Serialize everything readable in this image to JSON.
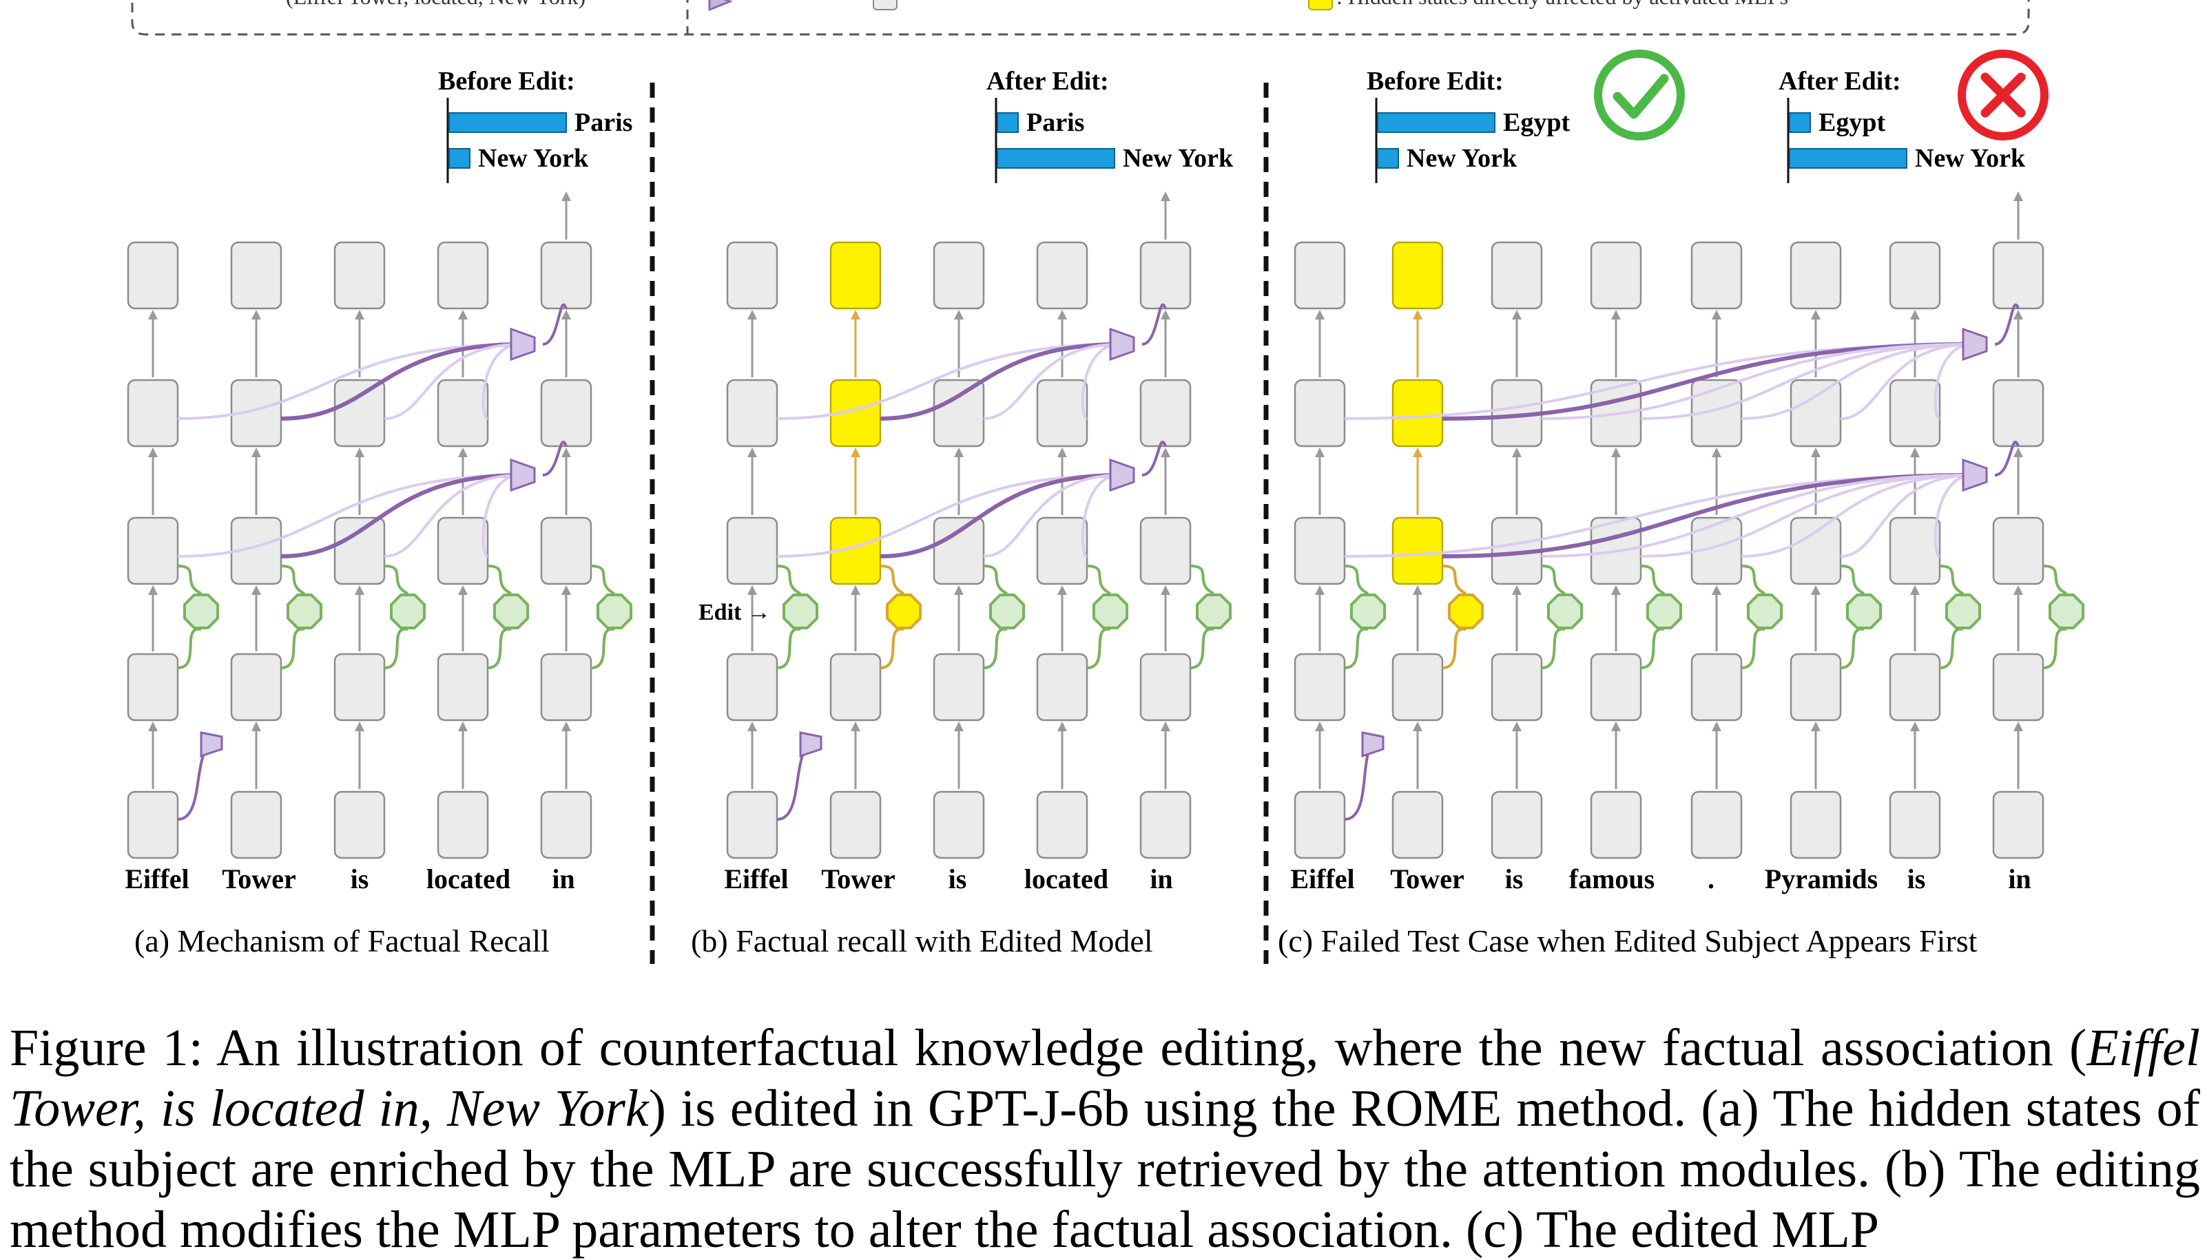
{
  "legend": {
    "left_text": "(Eiffel Tower, located, New York)",
    "right_text": ": Hidden states directly affected by activated MLPs",
    "colors": {
      "yellow": "#FFF200",
      "gray_box": "#EBEBEB",
      "arrow_purple": "#C9B4DD"
    }
  },
  "panels": [
    {
      "id": "a",
      "caption": "(a) Mechanism of Factual Recall",
      "tokens": [
        "Eiffel",
        "Tower",
        "is",
        "located",
        "in"
      ],
      "bars": [
        {
          "title": "Before Edit:",
          "items": [
            {
              "label": "Paris",
              "value": 0.85
            },
            {
              "label": "New York",
              "value": 0.15
            }
          ]
        }
      ]
    },
    {
      "id": "b",
      "caption": "(b) Factual recall with Edited Model",
      "edit_label": "Edit →",
      "tokens": [
        "Eiffel",
        "Tower",
        "is",
        "located",
        "in"
      ],
      "bars": [
        {
          "title": "After Edit:",
          "items": [
            {
              "label": "Paris",
              "value": 0.15
            },
            {
              "label": "New York",
              "value": 0.85
            }
          ]
        }
      ]
    },
    {
      "id": "c",
      "caption": "(c) Failed Test Case when Edited Subject Appears First",
      "tokens": [
        "Eiffel",
        "Tower",
        "is",
        "famous",
        ".",
        "Pyramids",
        "is",
        "in"
      ],
      "bars": [
        {
          "title": "Before Edit:",
          "result": "check-icon",
          "items": [
            {
              "label": "Egypt",
              "value": 0.85
            },
            {
              "label": "New York",
              "value": 0.15
            }
          ]
        },
        {
          "title": "After Edit:",
          "result": "cross-icon",
          "items": [
            {
              "label": "Egypt",
              "value": 0.15
            },
            {
              "label": "New York",
              "value": 0.85
            }
          ]
        }
      ]
    }
  ],
  "caption": {
    "label": "Figure 1:",
    "p1": " An illustration of counterfactual knowledge editing, where the new factual association (",
    "italic": "Eiffel Tower, is located in, New York",
    "p2": ") is edited in GPT-J-6b using the ROME method. (a) The hidden states of the subject are enriched by the MLP are successfully retrieved by the attention modules. (b) The editing method modifies the MLP parameters to alter the factual association. (c) The edited MLP"
  }
}
